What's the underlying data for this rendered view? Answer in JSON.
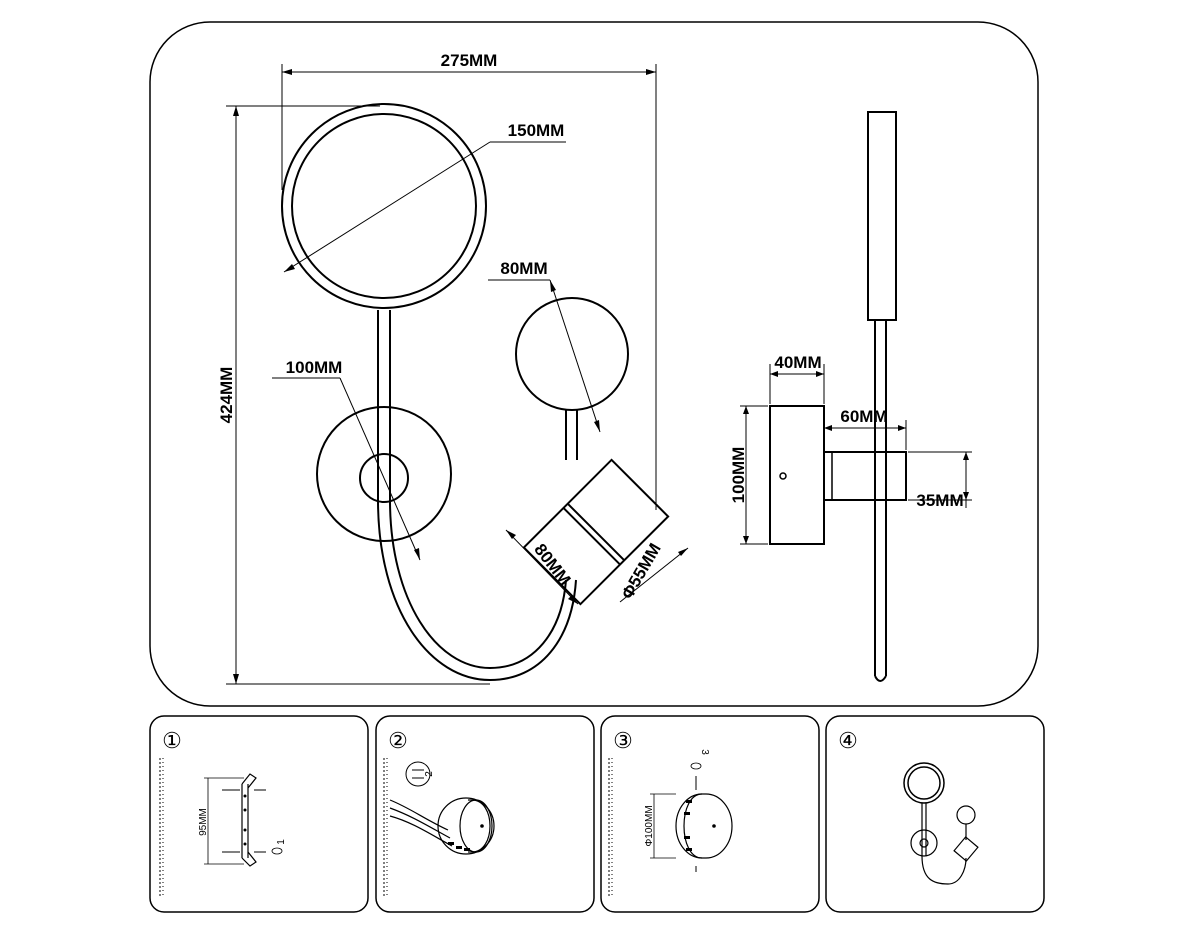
{
  "main_view": {
    "width_label": "275MM",
    "height_label": "424MM",
    "big_ring_label": "150MM",
    "small_disc_label": "80MM",
    "base_label": "100MM",
    "spot_length_label": "80MM",
    "spot_diameter_label": "Φ55MM"
  },
  "side_view": {
    "base_depth_label": "40MM",
    "spot_depth_label": "60MM",
    "base_height_label": "100MM",
    "spot_height_label": "35MM"
  },
  "steps": [
    {
      "number": "①",
      "dim_label": "95MM",
      "screw_label": "1"
    },
    {
      "number": "②",
      "screw_label": "2"
    },
    {
      "number": "③",
      "dim_label": "Φ100MM",
      "screw_label": "3"
    },
    {
      "number": "④"
    }
  ]
}
